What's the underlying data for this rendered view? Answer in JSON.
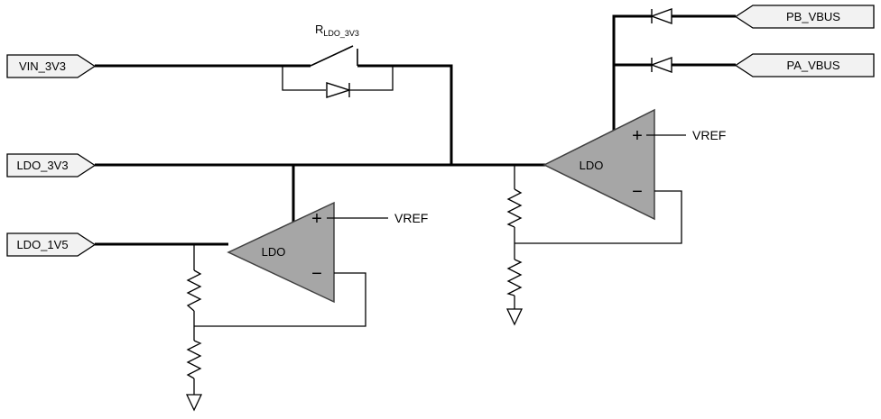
{
  "diagram": {
    "ports": {
      "vin_3v3": "VIN_3V3",
      "ldo_3v3": "LDO_3V3",
      "ldo_1v5": "LDO_1V5",
      "pb_vbus": "PB_VBUS",
      "pa_vbus": "PA_VBUS"
    },
    "resistor_label": {
      "base": "R",
      "sub": "LDO_3V3"
    },
    "ldo_left": {
      "name": "LDO",
      "plus": "+",
      "minus": "−",
      "vref": "VREF"
    },
    "ldo_right": {
      "name": "LDO",
      "plus": "+",
      "minus": "−",
      "vref": "VREF"
    },
    "colors": {
      "wire": "#000000",
      "port_fill": "#f2f2f2",
      "port_stroke": "#000000",
      "ldo_fill": "#a6a6a6",
      "ldo_stroke": "#404040"
    }
  }
}
